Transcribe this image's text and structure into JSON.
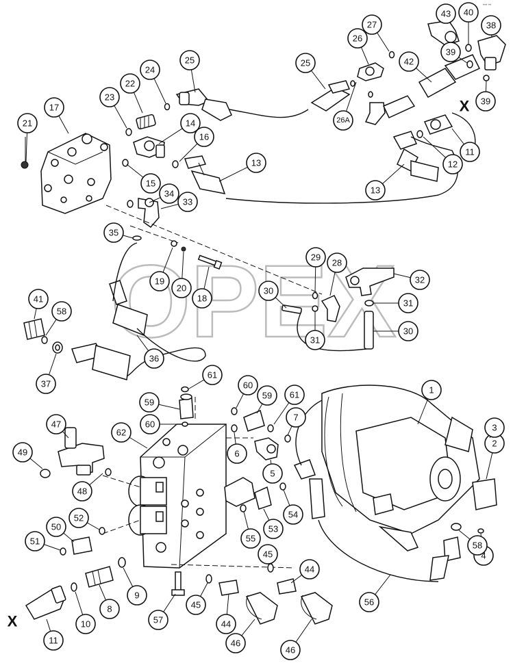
{
  "diagram": {
    "watermark": "OPEX",
    "corner_note": "••• ••",
    "cross_ref_markers": [
      "X",
      "X"
    ],
    "callout_numbers": [
      "1",
      "2",
      "3",
      "4",
      "5",
      "6",
      "7",
      "8",
      "9",
      "10",
      "11",
      "11",
      "12",
      "13",
      "13",
      "14",
      "15",
      "16",
      "17",
      "18",
      "19",
      "20",
      "21",
      "22",
      "23",
      "24",
      "25",
      "25",
      "26",
      "26A",
      "27",
      "28",
      "29",
      "30",
      "30",
      "31",
      "31",
      "32",
      "33",
      "34",
      "35",
      "36",
      "37",
      "38",
      "39",
      "39",
      "40",
      "41",
      "42",
      "43",
      "44",
      "44",
      "45",
      "45",
      "46",
      "46",
      "47",
      "48",
      "49",
      "50",
      "51",
      "52",
      "53",
      "54",
      "55",
      "56",
      "57",
      "58",
      "58",
      "59",
      "59",
      "60",
      "60",
      "61",
      "61",
      "62"
    ]
  }
}
